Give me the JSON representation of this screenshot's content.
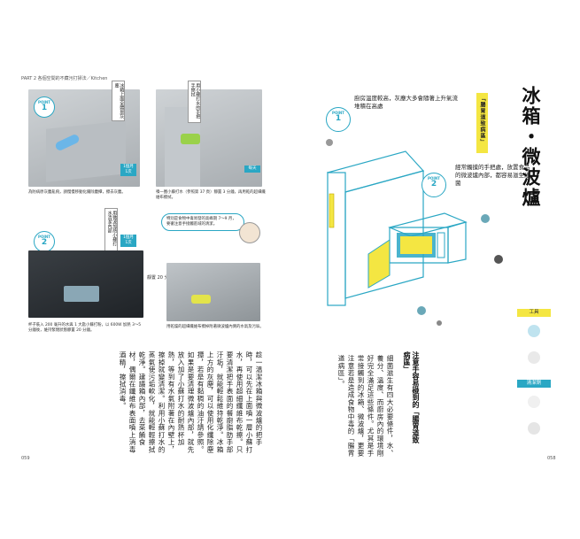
{
  "left_page": {
    "header": "PART 2  各個空間的不藏污打掃法／Kitchen",
    "page_number": "059",
    "step1": {
      "point_label": "POINT",
      "point_number": "1",
      "callout_a": "冰箱上面全體是灰塵",
      "callout_b": "用小蘇打水的手把手擦拭",
      "tag_a": "1個月1次",
      "tag_b": "每天",
      "caption_a": "為防病原灰塵亂飛，請慢慢移動化纖除塵撢，擦去灰塵。",
      "caption_b": "噴一圈小蘇打水（參照第 37 頁）靜置 3 分鐘，再用乾的超細纖維布擦拭。"
    },
    "step2": {
      "point_label": "POINT",
      "point_number": "2",
      "callout_a": "用微波加熱小蘇打水清潔內部",
      "tag_a": "1個月1次",
      "bubble": "特別是食物中毒易發的高峰期 7～9 月，要徹注意手接觸區域的清潔。",
      "rest_label": "靜置 20 分鐘",
      "caption_a": "杯子裝入 200 毫升的水與 1 大匙小蘇打粉，以 600W 加熱 3～5 分鐘後，維持緊閉狀態靜置 20 分鐘。",
      "caption_b": "用乾燥的超細纖維布擦掉附著微波爐內側的水氣及污垢。"
    },
    "body_text": "趁一溫潔冰箱與微波爐的把手時，可以先在上面噴一層小蘇打水，再使用超細纖維布乾擦。只要清潔把手表面的餐廚脂肪手部汙垢，就能輕鬆維持乾淨。冰箱上方的灰塵，可以使用化纖除塵撢，若是有黏稠的油汙請參照。如果是要清理微波爐內部，就先放入加了小蘇打水的耐熱杯加熱，等到有水氣附著在內壁上，擦掉就變清潔。利用小蘇打水的蒸氣使污垢軟化，就能輕輕擦拭乾淨。建議箱內部，去菜餚食材，偶爾在纖維布表面噴上消毒酒精，擦拭消毒。"
  },
  "right_page": {
    "page_number": "058",
    "title": "冰箱・微波爐",
    "yellow_label": "「腸胃道致病區」",
    "point1": {
      "point_label": "POINT",
      "point_number": "1",
      "text": "廚房溫度較高，灰塵大多會隨著上升氣流堆積在高處"
    },
    "point2": {
      "point_label": "POINT",
      "point_number": "2",
      "text": "經常觸摸的手把處，放置食品的微波爐內部，都容易滋生細菌"
    },
    "quote": "注意手容易碰到的「腸胃道致病區」",
    "body_text": "細菌滋生有四大必要條件，水、養分、溫度、而廚房內的環境剛好完全滿足這些條件。尤其是手常接觸到的冰箱、微波爐，更要注意若是造成食物中毒的「腸胃道病區」。",
    "sidebar": {
      "tools_label": "工具",
      "cleaner_label": "清潔劑"
    }
  }
}
